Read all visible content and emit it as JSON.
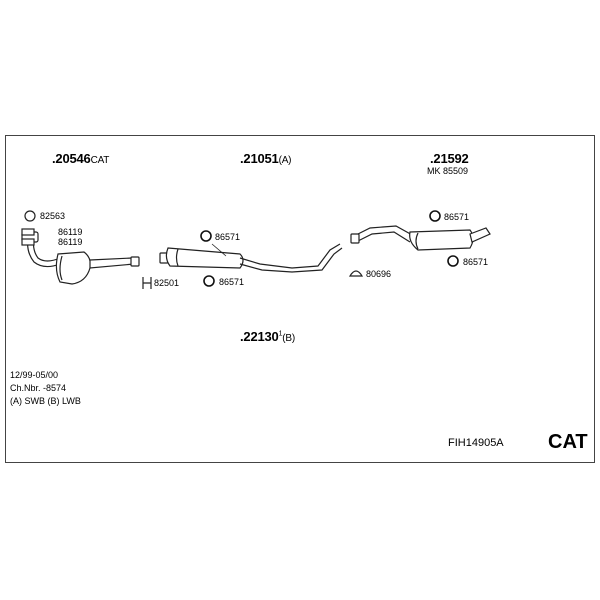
{
  "parts": {
    "p20546": {
      "number": ".20546",
      "suffix": "CAT"
    },
    "p21051": {
      "number": ".21051",
      "suffix": "(A)"
    },
    "p21592": {
      "number": ".21592",
      "kit": "MK 85509"
    },
    "p22130": {
      "number": ".22130",
      "sup": "1",
      "suffix": "(B)"
    }
  },
  "small_parts": {
    "clip_82563": "82563",
    "gasket_86119_a": "86119",
    "gasket_86119_b": "86119",
    "clamp_82501": "82501",
    "ring_86571_a": "86571",
    "ring_86571_b": "86571",
    "ring_86571_c": "86571",
    "ring_86571_d": "86571",
    "clamp_80696": "80696"
  },
  "notes": {
    "dates": "12/99-05/00",
    "chassis": "Ch.Nbr. -8574",
    "variants": "(A) SWB (B) LWB"
  },
  "footer": {
    "code": "FIH14905A",
    "cat": "CAT"
  }
}
